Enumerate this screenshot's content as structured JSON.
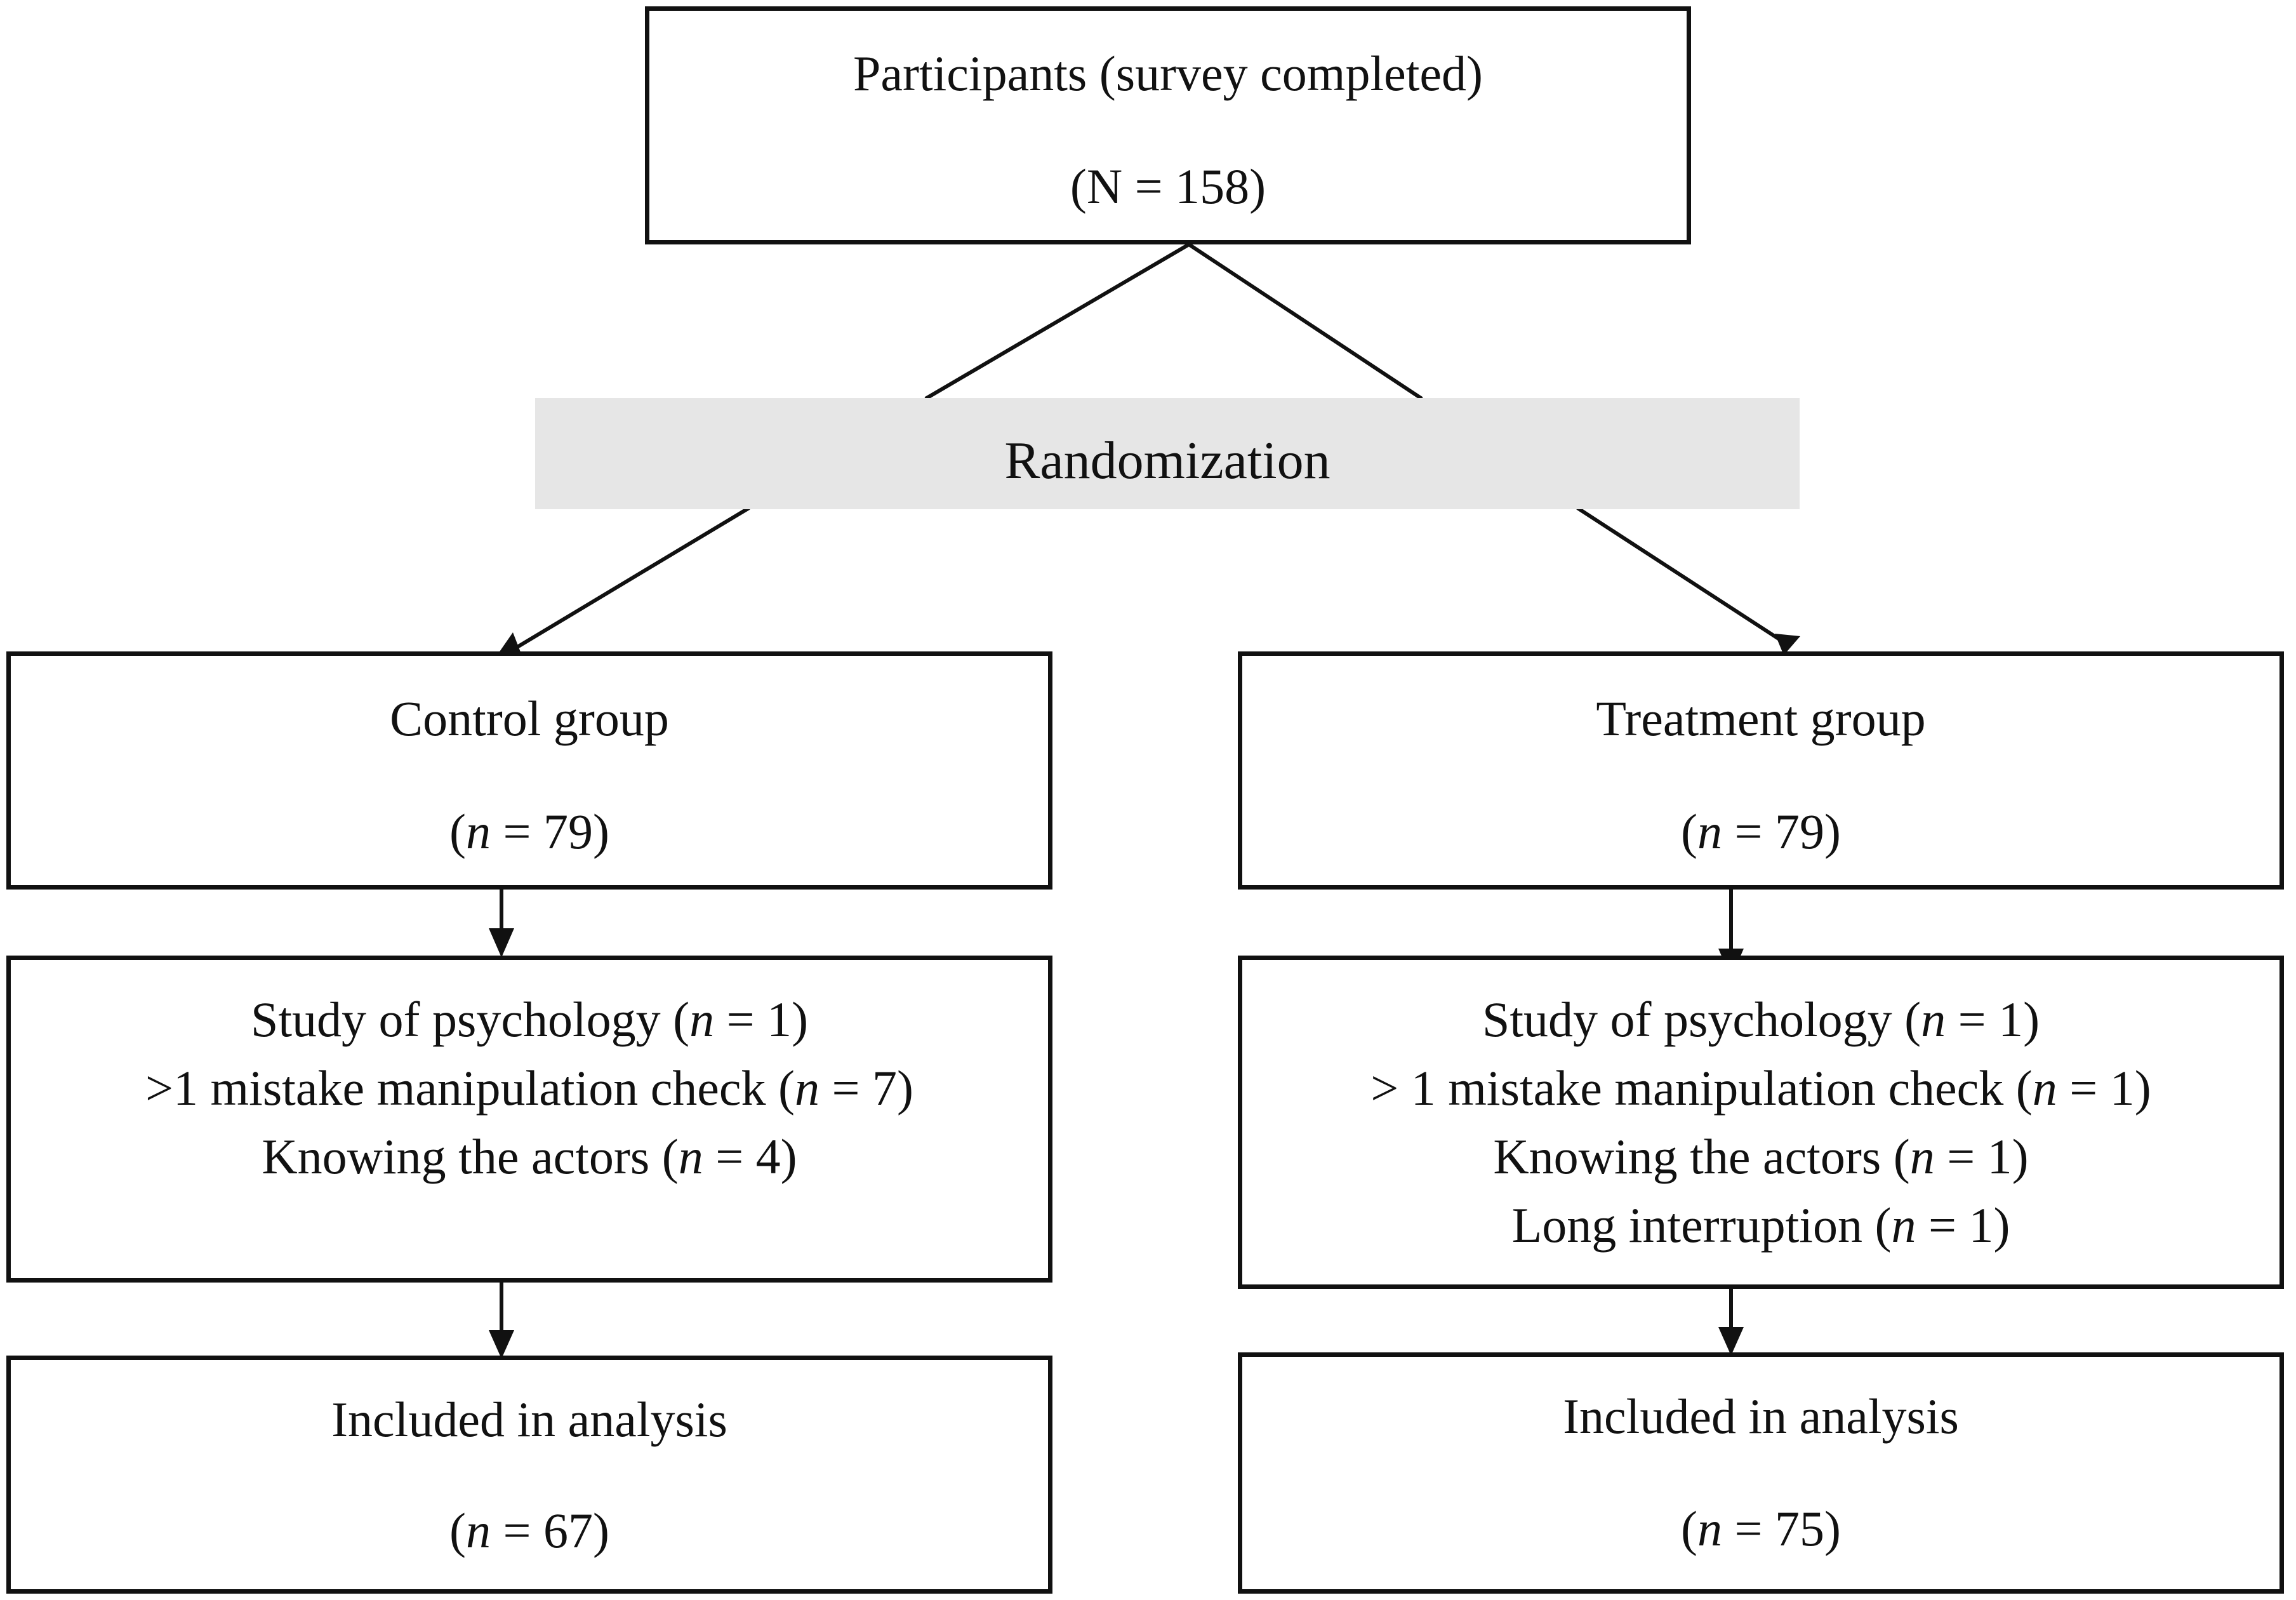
{
  "participants": {
    "title": "Participants (survey completed)",
    "count": "(N = 158)"
  },
  "randomization": {
    "label": "Randomization"
  },
  "control": {
    "title": "Control group",
    "count": {
      "pre": "(",
      "n": "n",
      "post": " = 79)"
    },
    "exclusions": [
      {
        "pre": "Study of psychology (",
        "n": "n",
        "post": " = 1)"
      },
      {
        "pre": ">1 mistake manipulation check (",
        "n": "n",
        "post": " = 7)"
      },
      {
        "pre": "Knowing the actors (",
        "n": "n",
        "post": " = 4)"
      }
    ],
    "included": {
      "title": "Included in analysis",
      "pre": "(",
      "n": "n",
      "post": " = 67)"
    }
  },
  "treatment": {
    "title": "Treatment group",
    "count": {
      "pre": "(",
      "n": "n",
      "post": " = 79)"
    },
    "exclusions": [
      {
        "pre": "Study of psychology (",
        "n": "n",
        "post": " = 1)"
      },
      {
        "pre": "> 1 mistake manipulation check (",
        "n": "n",
        "post": " = 1)"
      },
      {
        "pre": "Knowing the actors (",
        "n": "n",
        "post": " = 1)"
      },
      {
        "pre": "Long interruption (",
        "n": "n",
        "post": " = 1)"
      }
    ],
    "included": {
      "title": "Included in analysis",
      "pre": "(",
      "n": "n",
      "post": " = 75)"
    }
  }
}
